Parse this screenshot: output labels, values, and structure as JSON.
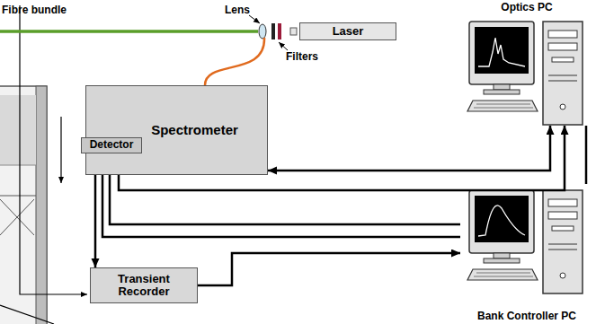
{
  "diagram": {
    "nodes": [
      {
        "text": [
          "Laser"
        ]
      },
      {
        "text": [
          "Spectrometer"
        ]
      },
      {
        "text": [
          "Detector"
        ]
      },
      {
        "text": [
          "Optics PC"
        ]
      },
      {
        "text": [
          "Transient Recorder"
        ]
      },
      {
        "text": [
          "Bank Controller PC"
        ]
      }
    ],
    "edges": [
      {
        "from": 1,
        "to": 3,
        "arrow": "both"
      },
      {
        "from": 2,
        "to": 3,
        "arrow": "to"
      },
      {
        "from": 3,
        "to": 5,
        "arrow": "none"
      },
      {
        "from": 5,
        "to": 2,
        "arrow": "to"
      },
      {
        "from": 5,
        "to": 2,
        "arrow": "to"
      },
      {
        "from": 2,
        "to": 4,
        "arrow": "to"
      },
      {
        "from": 4,
        "to": 5,
        "arrow": "to"
      }
    ],
    "labels": [
      "Fibre bundle",
      "Lens",
      "Filters"
    ]
  }
}
